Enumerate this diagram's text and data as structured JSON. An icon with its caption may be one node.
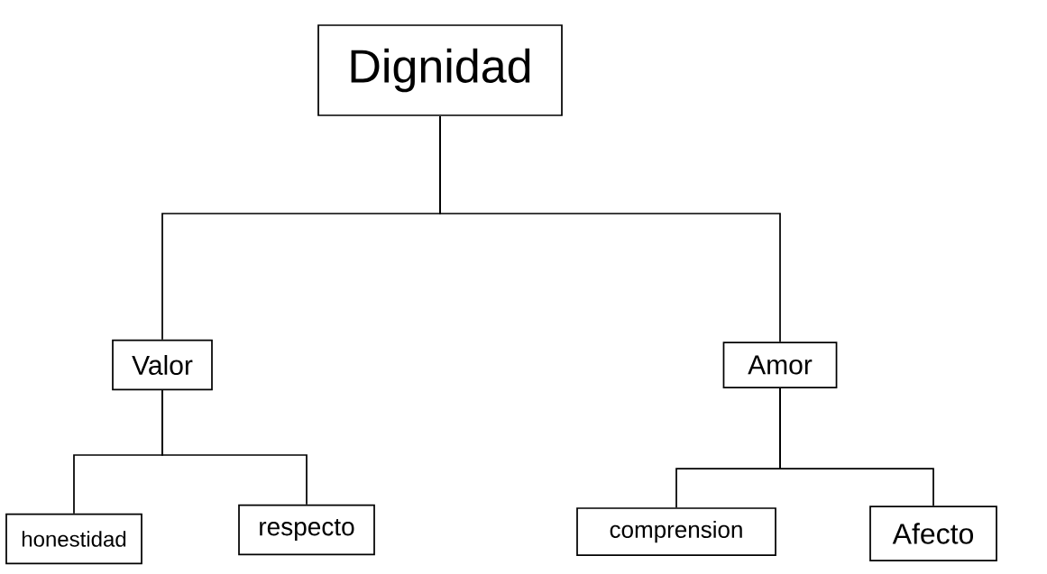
{
  "diagram": {
    "nodes": [
      {
        "text": [
          "Dignidad"
        ]
      },
      {
        "text": [
          "Valor"
        ]
      },
      {
        "text": [
          "Amor"
        ]
      },
      {
        "text": [
          "honestidad"
        ]
      },
      {
        "text": [
          "respecto"
        ]
      },
      {
        "text": [
          "comprension"
        ]
      },
      {
        "text": [
          "Afecto"
        ]
      }
    ],
    "edges": [
      {
        "from": 0,
        "to": 1,
        "arrow": "none"
      },
      {
        "from": 0,
        "to": 2,
        "arrow": "none"
      },
      {
        "from": 1,
        "to": 3,
        "arrow": "none"
      },
      {
        "from": 1,
        "to": 4,
        "arrow": "none"
      },
      {
        "from": 2,
        "to": 5,
        "arrow": "none"
      },
      {
        "from": 2,
        "to": 6,
        "arrow": "none"
      }
    ]
  }
}
